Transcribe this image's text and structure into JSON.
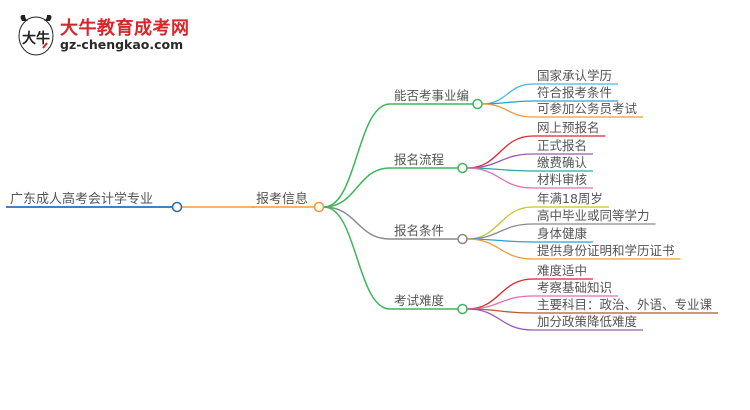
{
  "logo": {
    "site_name": "大牛教育成考网",
    "url": "gz-chengkao.com",
    "mark_text": "大牛"
  },
  "mindmap": {
    "root": {
      "label": "广东成人高考会计学专业",
      "color": "#2f6db5"
    },
    "center": {
      "label": "报考信息",
      "color": "#f39a3c"
    },
    "branches": [
      {
        "label": "能否考事业编",
        "color": "#3fb55a",
        "children": [
          {
            "label": "国家承认学历",
            "color": "#45b7e8"
          },
          {
            "label": "符合报考条件",
            "color": "#2a9fd6"
          },
          {
            "label": "可参加公务员考试",
            "color": "#f39a3c"
          }
        ]
      },
      {
        "label": "报名流程",
        "color": "#3fb55a",
        "children": [
          {
            "label": "网上预报名",
            "color": "#d9262c"
          },
          {
            "label": "正式报名",
            "color": "#9b59b6"
          },
          {
            "label": "缴费确认",
            "color": "#2aa8a0"
          },
          {
            "label": "材料审核",
            "color": "#e36fb4"
          }
        ]
      },
      {
        "label": "报名条件",
        "color": "#8a8a8a",
        "children": [
          {
            "label": "年满18周岁",
            "color": "#c9c22a"
          },
          {
            "label": "高中毕业或同等学力",
            "color": "#8a8a8a"
          },
          {
            "label": "身体健康",
            "color": "#2a9fd6"
          },
          {
            "label": "提供身份证明和学历证书",
            "color": "#f39a3c"
          }
        ]
      },
      {
        "label": "考试难度",
        "color": "#3fb55a",
        "children": [
          {
            "label": "难度适中",
            "color": "#d9262c"
          },
          {
            "label": "考察基础知识",
            "color": "#e36fb4"
          },
          {
            "label": "主要科目：政治、外语、专业课",
            "color": "#b5582a"
          },
          {
            "label": "加分政策降低难度",
            "color": "#9b59b6"
          }
        ]
      }
    ]
  }
}
